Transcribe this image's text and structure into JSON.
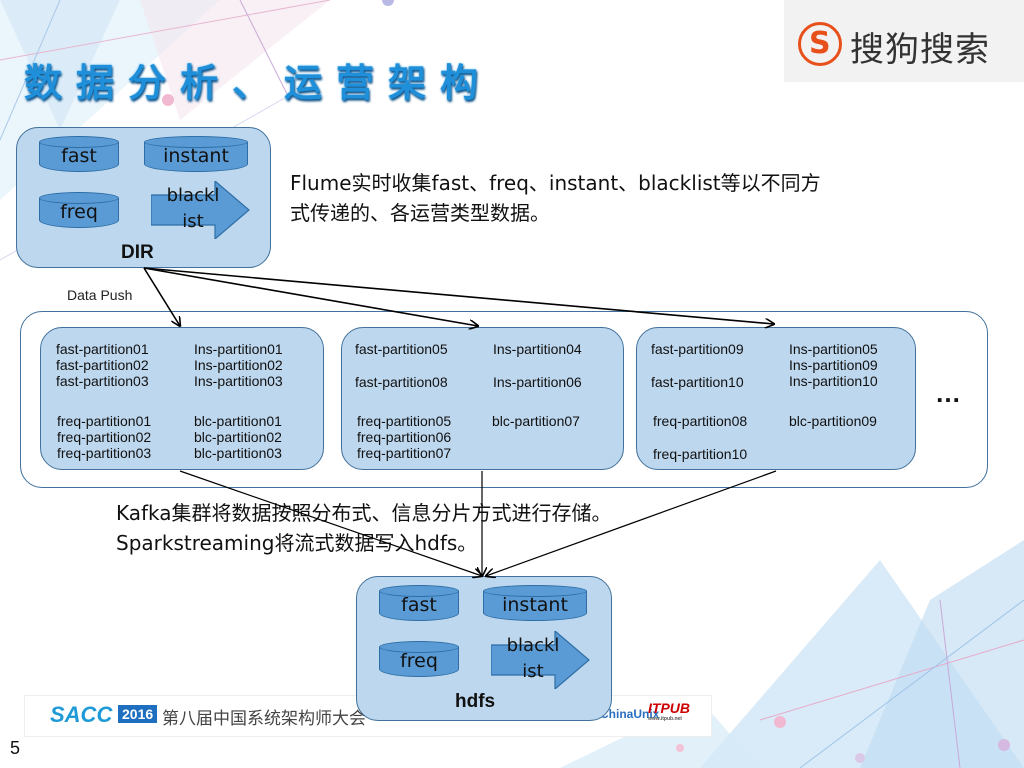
{
  "slide": {
    "title": "数据分析、运营架构",
    "page_number": "5",
    "logo": {
      "text": "搜狗搜索",
      "glyph": "S",
      "color": "#e8501b"
    },
    "footer": {
      "sacc": "SACC",
      "year": "2016",
      "conference": "第八届中国系统架构师大会",
      "sponsor1": "ChinaUnix",
      "sponsor2": "ITPUB",
      "sponsor2_url": "www.itpub.net"
    }
  },
  "source_box": {
    "label": "DIR",
    "items": [
      "fast",
      "instant",
      "freq"
    ],
    "arrow_label_line1": "blackl",
    "arrow_label_line2": "ist"
  },
  "data_push_label": "Data Push",
  "notes": {
    "flume_line1": "Flume实时收集fast、freq、instant、blacklist等以不同方",
    "flume_line2": "式传递的、各运营类型数据。",
    "kafka_line1": "Kafka集群将数据按照分布式、信息分片方式进行存储。",
    "kafka_line2": "Sparkstreaming将流式数据写入hdfs。"
  },
  "kafka_nodes": [
    {
      "fast": [
        "fast-partition01",
        "fast-partition02",
        "fast-partition03"
      ],
      "ins": [
        "Ins-partition01",
        "Ins-partition02",
        "Ins-partition03"
      ],
      "freq": [
        "freq-partition01",
        "freq-partition02",
        "freq-partition03"
      ],
      "blc": [
        "blc-partition01",
        "blc-partition02",
        "blc-partition03"
      ]
    },
    {
      "fast": [
        "fast-partition05",
        "fast-partition08"
      ],
      "ins": [
        "Ins-partition04",
        "Ins-partition06"
      ],
      "freq": [
        "freq-partition05",
        "freq-partition06",
        "freq-partition07"
      ],
      "blc": [
        "blc-partition07"
      ]
    },
    {
      "fast": [
        "fast-partition09",
        "fast-partition10"
      ],
      "ins": [
        "Ins-partition05",
        "Ins-partition09",
        "Ins-partition10"
      ],
      "freq": [
        "freq-partition08",
        "freq-partition10"
      ],
      "blc": [
        "blc-partition09"
      ]
    }
  ],
  "more_indicator": "…",
  "sink_box": {
    "label": "hdfs",
    "items": [
      "fast",
      "instant",
      "freq"
    ],
    "arrow_label_line1": "blackl",
    "arrow_label_line2": "ist"
  },
  "colors": {
    "box_fill": "#bdd7ee",
    "box_border": "#41719c",
    "cylinder_fill": "#5b9bd5",
    "title_blue": "#1e8fd8"
  }
}
